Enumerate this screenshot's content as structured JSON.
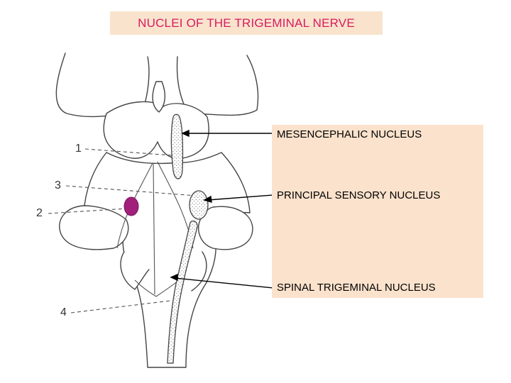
{
  "title": "NUCLEI OF THE TRIGEMINAL NERVE",
  "labels": {
    "mesencephalic": "MESENCEPHALIC NUCLEUS",
    "principal": "PRINCIPAL SENSORY NUCLEUS",
    "spinal": "SPINAL TRIGEMINAL NUCLEUS"
  },
  "level_markers": [
    "1",
    "3",
    "2",
    "4"
  ],
  "colors": {
    "title_text": "#d81b60",
    "panel_bg": "#fbe2cc",
    "motor_nucleus": "#a0207a",
    "outline": "#333333"
  }
}
